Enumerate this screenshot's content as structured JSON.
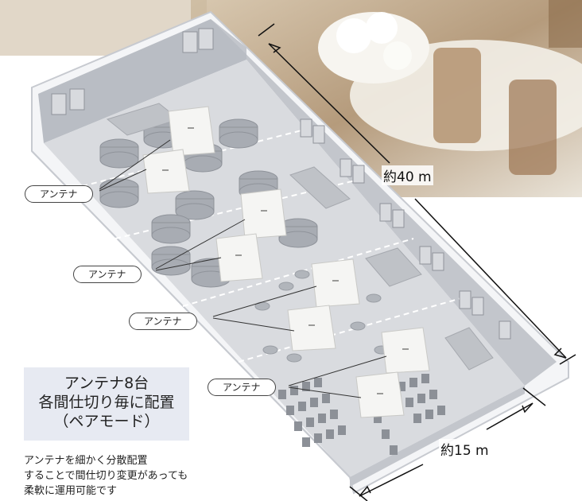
{
  "labels": {
    "antenna_1": "アンテナ",
    "antenna_2": "アンテナ",
    "antenna_3": "アンテナ",
    "antenna_4": "アンテナ"
  },
  "dimensions": {
    "length": "約40 m",
    "width": "約15 m"
  },
  "callout": {
    "line1": "アンテナ8台",
    "line2": "各間仕切り毎に配置",
    "line3": "（ペアモード）"
  },
  "note": {
    "line1": "アンテナを細かく分散配置",
    "line2": "することで間仕切り変更があっても",
    "line3": "柔軟に運用可能です"
  }
}
